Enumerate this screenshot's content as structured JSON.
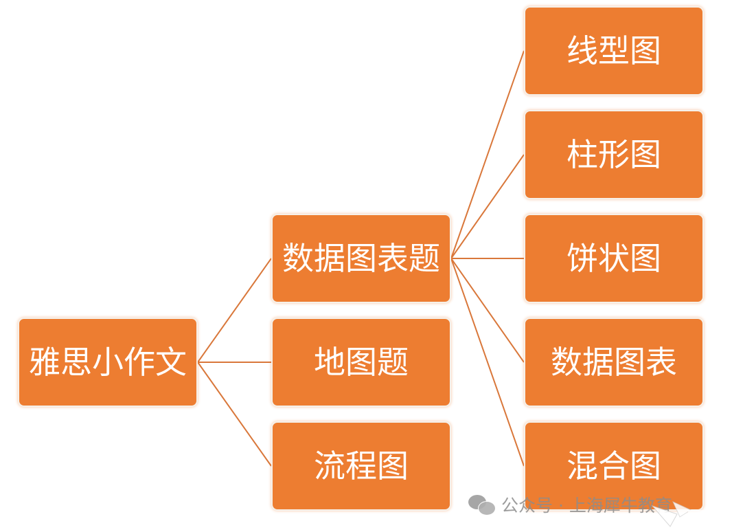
{
  "diagram": {
    "root": {
      "label": "雅思小作文"
    },
    "level1": [
      {
        "id": "data",
        "label": "数据图表题"
      },
      {
        "id": "map",
        "label": "地图题"
      },
      {
        "id": "flow",
        "label": "流程图"
      }
    ],
    "level2": [
      {
        "parent": "data",
        "label": "线型图"
      },
      {
        "parent": "data",
        "label": "柱形图"
      },
      {
        "parent": "data",
        "label": "饼状图"
      },
      {
        "parent": "data",
        "label": "数据图表"
      },
      {
        "parent": "data",
        "label": "混合图"
      }
    ]
  },
  "colors": {
    "node_fill": "#ed7d31",
    "connector": "#d9773a",
    "node_text": "#ffffff"
  },
  "watermark": {
    "icon": "wechat-icon",
    "text": "公众号 · 上海犀牛教育"
  }
}
